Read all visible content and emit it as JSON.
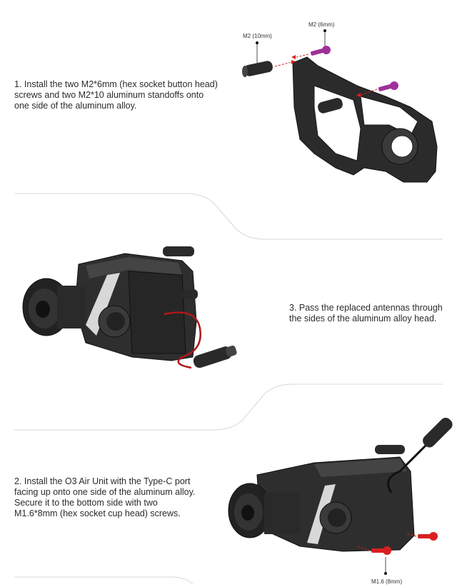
{
  "steps": [
    {
      "text": "1. Install the two M2*6mm (hex socket button head)\n screws and two M2*10 aluminum standoffs onto\none side of the aluminum alloy.",
      "callouts": [
        "M2 (10mm)",
        "M2 (6mm)"
      ]
    },
    {
      "text": "3. Pass the replaced antennas through\nthe sides of the aluminum alloy head."
    },
    {
      "text": "2. Install the O3 Air Unit with the Type-C port\nfacing up onto one side of the aluminum alloy.\nSecure it to the bottom side with two\nM1.6*8mm (hex socket cup head) screws.",
      "callouts": [
        "M1.6 (8mm)"
      ]
    }
  ],
  "colors": {
    "part_dark": "#2b2b2b",
    "part_mid": "#444444",
    "screw_purple": "#a0309a",
    "screw_red": "#d82020",
    "arrow_red": "#e02020",
    "divider": "#d8d8d8"
  }
}
